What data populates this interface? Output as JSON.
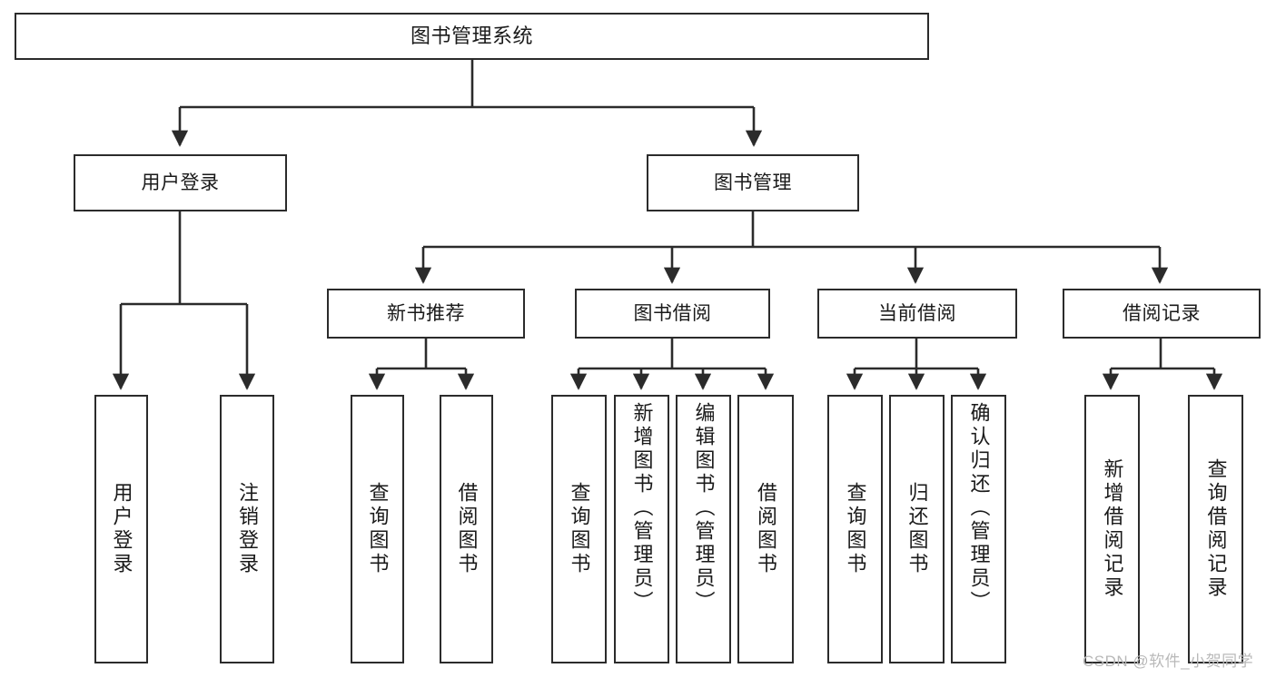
{
  "diagram": {
    "title": "图书管理系统",
    "type": "tree-hierarchy",
    "root": {
      "label": "图书管理系统"
    },
    "level2": [
      {
        "label": "用户登录"
      },
      {
        "label": "图书管理"
      }
    ],
    "level3": [
      {
        "label": "新书推荐"
      },
      {
        "label": "图书借阅"
      },
      {
        "label": "当前借阅"
      },
      {
        "label": "借阅记录"
      }
    ],
    "leaves": {
      "user_login": [
        {
          "label": "用户登录"
        },
        {
          "label": "注销登录"
        }
      ],
      "new_book_recommend": [
        {
          "label": "查询图书"
        },
        {
          "label": "借阅图书"
        }
      ],
      "book_borrow": [
        {
          "label": "查询图书"
        },
        {
          "label": "新增图书（管理员）"
        },
        {
          "label": "编辑图书（管理员）"
        },
        {
          "label": "借阅图书"
        }
      ],
      "current_borrow": [
        {
          "label": "查询图书"
        },
        {
          "label": "归还图书"
        },
        {
          "label": "确认归还（管理员）"
        }
      ],
      "borrow_record": [
        {
          "label": "新增借阅记录"
        },
        {
          "label": "查询借阅记录"
        }
      ]
    },
    "watermark": "CSDN @软件_小贺同学",
    "colors": {
      "stroke": "#2b2b2b",
      "background": "#ffffff",
      "text": "#1a1a1a",
      "watermark": "#b9b9b9"
    }
  }
}
